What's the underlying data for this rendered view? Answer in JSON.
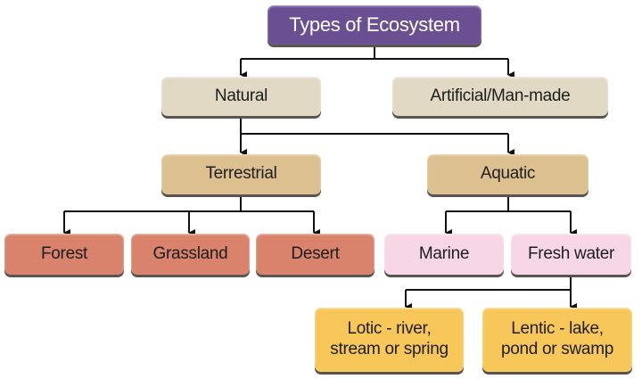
{
  "title": "Types of Ecosystem",
  "level1": {
    "natural": "Natural",
    "artificial": "Artificial/Man-made"
  },
  "level2": {
    "terrestrial": "Terrestrial",
    "aquatic": "Aquatic"
  },
  "terrestrial": [
    "Forest",
    "Grassland",
    "Desert"
  ],
  "aquatic": [
    "Marine",
    "Fresh water"
  ],
  "fresh_water": {
    "lotic_line1": "Lotic - river,",
    "lotic_line2": "stream or spring",
    "lentic_line1": "Lentic - lake,",
    "lentic_line2": "pond or swamp"
  },
  "colors": {
    "title": "#6a4f93",
    "level1": "#e2d9c5",
    "level2": "#dcc08f",
    "terrestrial": "#d9826c",
    "aquatic": "#f7d7e6",
    "fresh_water": "#f8c75a"
  }
}
